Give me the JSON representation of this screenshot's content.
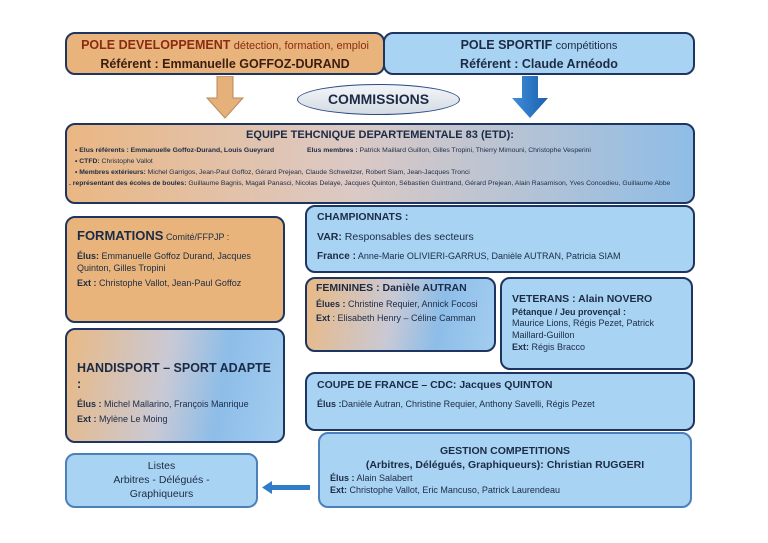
{
  "pole_dev": {
    "title": "POLE DEVELOPPEMENT",
    "subtitle": "détection, formation, emploi",
    "referent": "Référent : Emmanuelle GOFFOZ-DURAND"
  },
  "pole_sportif": {
    "title": "POLE SPORTIF",
    "subtitle": "compétitions",
    "referent": "Référent :  Claude Arnéodo"
  },
  "commissions": "COMMISSIONS",
  "etd": {
    "title": "EQUIPE TEHCNIQUE DEPARTEMENTALE 83 (ETD):",
    "elus_ref_label": "• Elus référents : Emmanuelle Goffoz-Durand, Louis Gueyrard",
    "elus_membres_label": "Elus membres :",
    "elus_membres": " Patrick Maillard Guillon, Gilles Tropini,  Thierry Mimouni, Christophe Vesperini",
    "ctfd_label": "• CTFD:",
    "ctfd": " Christophe Vallot",
    "ext_label": "•  Membres extérieurs:",
    "ext": " Michel Garrigos, Jean-Paul Goffoz, Gérard Prejean, Claude Schweitzer, Robert Siam, Jean-Jacques Tronci",
    "ecoles_label": ". représentant des écoles de boules:",
    "ecoles": " Guillaume Bagnis, Magali Panasci, Nicolas Delaye, Jacques Quinton, Sébastien Guintrand, Gérard Prejean, Alain Rasamison, Yves Concedieu, Guillaume Abbe"
  },
  "formations": {
    "title": "FORMATIONS",
    "subtitle": "Comité/FFPJP :",
    "elus_label": "Élus:",
    "elus": " Emmanuelle Goffoz Durand, Jacques Quinton, Gilles Tropini",
    "ext_label": "Ext :",
    "ext": " Christophe Vallot, Jean-Paul Goffoz"
  },
  "handisport": {
    "title": "HANDISPORT – SPORT ADAPTE :",
    "elus_label": "Élus :",
    "elus": "  Michel Mallarino, François Manrique",
    "ext_label": "Ext :",
    "ext": " Mylène Le Moing"
  },
  "championnats": {
    "title": "CHAMPIONNATS :",
    "var_label": "VAR:",
    "var": " Responsables des secteurs",
    "france_label": "France :",
    "france": " Anne-Marie OLIVIERI-GARRUS, Danièle AUTRAN, Patricia SIAM"
  },
  "feminines": {
    "title": "FEMININES : Danièle AUTRAN",
    "elues_label": "Élues :",
    "elues": " Christine Requier, Annick Focosi",
    "ext_label": "Ext",
    "ext": " : Elisabeth Henry – Céline Camman"
  },
  "veterans": {
    "title": "VETERANS : Alain NOVERO",
    "sub": "Pétanque / Jeu provençal  :",
    "members": "Maurice Lions, Régis Pezet, Patrick Maillard-Guillon",
    "ext_label": "Ext:",
    "ext": " Régis Bracco"
  },
  "coupe": {
    "title": "COUPE DE FRANCE – CDC: Jacques QUINTON",
    "elus_label": "Élus :",
    "elus": "Danièle Autran, Christine Requier, Anthony Savelli, Régis Pezet"
  },
  "gestion": {
    "title": "GESTION COMPETITIONS",
    "subtitle": "(Arbitres, Délégués, Graphiqueurs): Christian RUGGERI",
    "elus_label": "Élus :",
    "elus": " Alain Salabert",
    "ext_label": "Ext:",
    "ext": " Christophe Vallot, Eric Mancuso, Patrick Laurendeau"
  },
  "listes": {
    "line1": "Listes",
    "line2": "Arbitres - Délégués -",
    "line3": "Graphiqueurs"
  }
}
